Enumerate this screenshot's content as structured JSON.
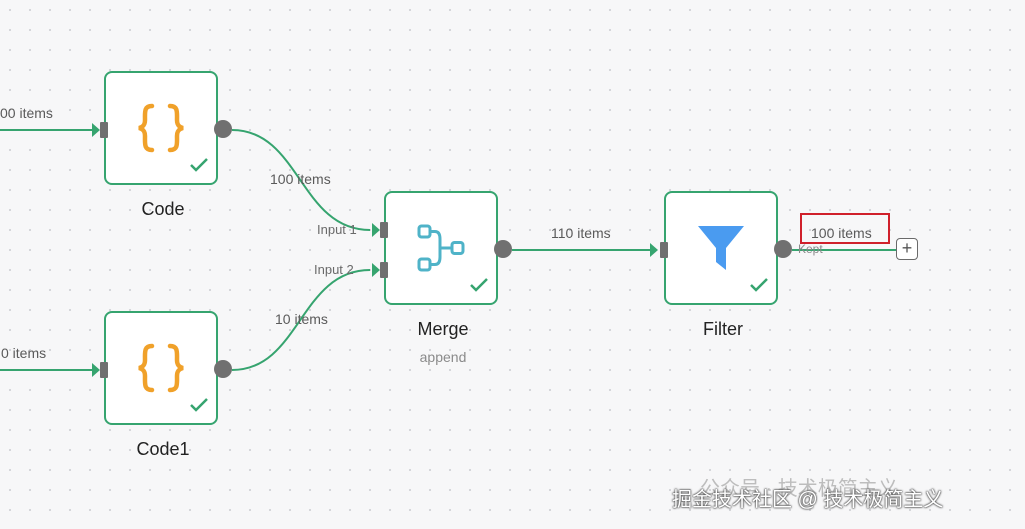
{
  "nodes": {
    "code": {
      "title": "Code"
    },
    "code1": {
      "title": "Code1"
    },
    "merge": {
      "title": "Merge",
      "subtitle": "append",
      "input1_label": "Input 1",
      "input2_label": "Input 2"
    },
    "filter": {
      "title": "Filter",
      "output_label": "Kept"
    }
  },
  "edges": {
    "into_code": "00 items",
    "into_code1": "0 items",
    "code_to_merge": "100 items",
    "code1_to_merge": "10 items",
    "merge_to_filter": "110 items",
    "filter_out": "100 items"
  },
  "add_button_label": "+",
  "watermark": {
    "line1": "公众号 · 技术极简主义",
    "line2": "掘金技术社区 @ 技术极简主义"
  },
  "colors": {
    "node_border": "#36a46f",
    "edge": "#36a46f",
    "code_icon": "#f0a12a",
    "merge_icon": "#4fb3c8",
    "filter_icon": "#4a9bf0",
    "highlight": "#d0202b"
  },
  "icons": {
    "code": "curly-braces-icon",
    "merge": "merge-icon",
    "filter": "funnel-icon",
    "success": "checkmark-icon"
  }
}
